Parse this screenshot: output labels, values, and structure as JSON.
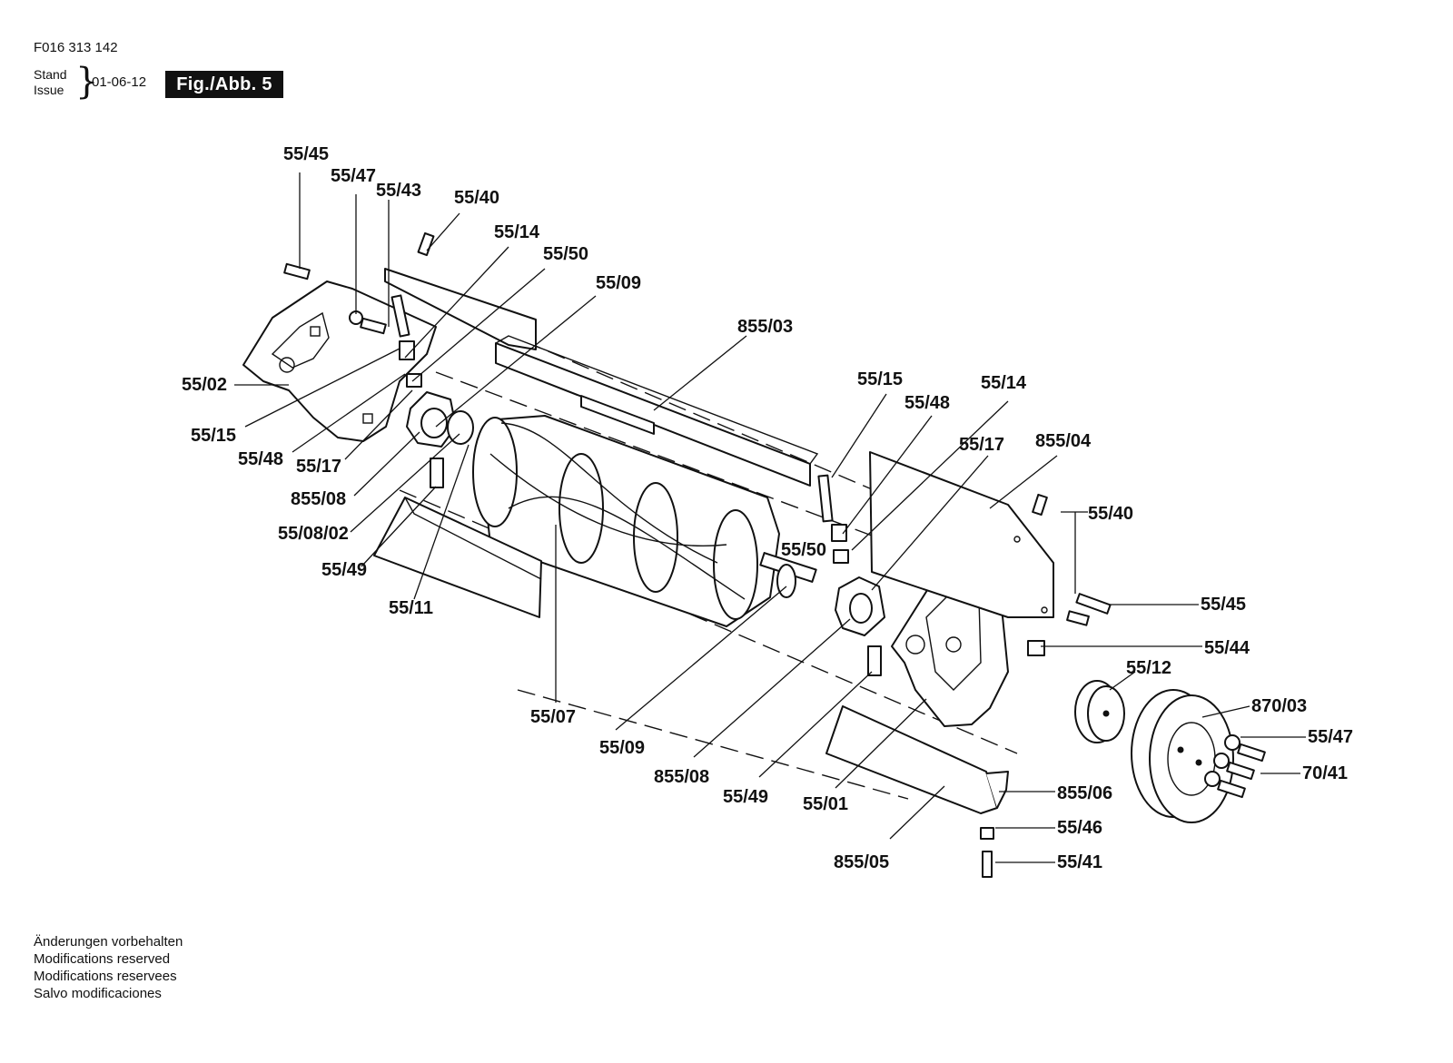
{
  "header": {
    "doc_number": "F016 313 142",
    "stand_label": "Stand",
    "issue_label": "Issue",
    "date": "01-06-12",
    "figure_label": "Fig./Abb. 5"
  },
  "callouts": [
    "55/45",
    "55/47",
    "55/43",
    "55/40",
    "55/14",
    "55/50",
    "55/09",
    "855/03",
    "55/02",
    "55/15",
    "55/48",
    "55/17",
    "855/08",
    "55/08/02",
    "55/49",
    "55/11",
    "55/15",
    "55/48",
    "55/14",
    "55/17",
    "855/04",
    "55/40",
    "55/50",
    "55/45",
    "55/44",
    "55/12",
    "870/03",
    "55/47",
    "70/41",
    "55/07",
    "55/09",
    "855/08",
    "55/49",
    "55/01",
    "855/06",
    "55/46",
    "855/05",
    "55/41"
  ],
  "footer": {
    "notes": [
      "Änderungen vorbehalten",
      "Modifications reserved",
      "Modifications reservees",
      "Salvo modificaciones"
    ]
  }
}
